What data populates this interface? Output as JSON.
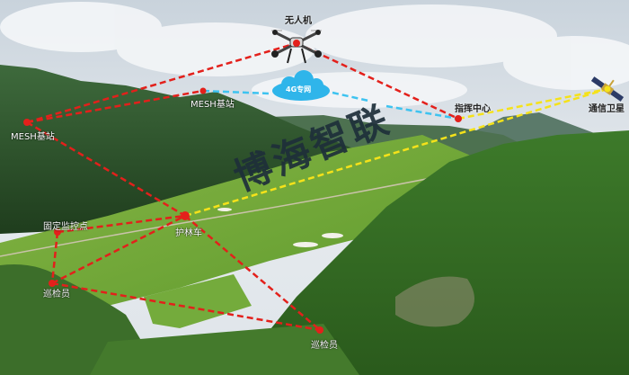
{
  "title": "博海智联 无人机巡检通信网络示意图",
  "watermark": "博海智联",
  "nodes": {
    "drone": {
      "label": "无人机",
      "icon": "drone-icon"
    },
    "mesh_left": {
      "label": "MESH基站"
    },
    "mesh_center": {
      "label": "MESH基站"
    },
    "cloud_4g": {
      "label": "4G专网",
      "icon": "cloud-icon"
    },
    "command_center": {
      "label": "指挥中心"
    },
    "satellite": {
      "label": "通信卫星",
      "icon": "satellite-icon"
    },
    "fixed_monitor": {
      "label": "固定监控点"
    },
    "patrol_vehicle": {
      "label": "护林车"
    },
    "inspector_left": {
      "label": "巡检员"
    },
    "inspector_right": {
      "label": "巡检员"
    }
  },
  "link_types": [
    {
      "name": "mesh-wireless",
      "color": "#e3201b"
    },
    {
      "name": "4g-network",
      "color": "#3ec3f0"
    },
    {
      "name": "satellite",
      "color": "#f5e21a"
    }
  ],
  "colors": {
    "node": "#e3201b",
    "cloud": "#2fb5ea",
    "watermark": "#1e2f3a"
  }
}
